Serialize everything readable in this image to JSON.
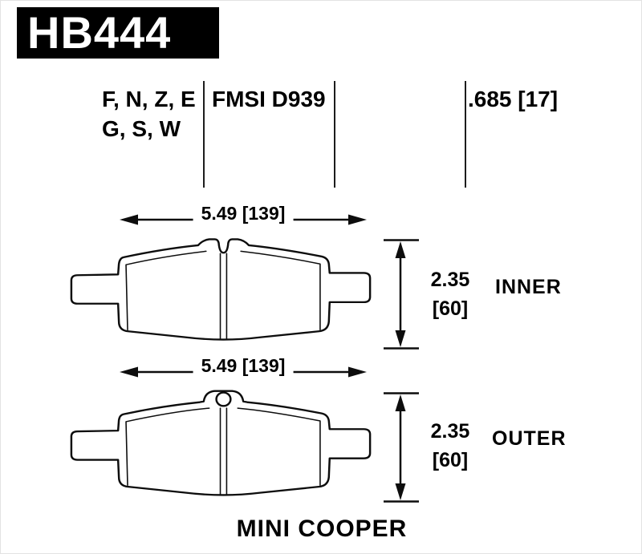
{
  "part": {
    "number": "HB444"
  },
  "specs": {
    "compounds_line1": "F, N, Z, E",
    "compounds_line2": "G, S, W",
    "fmsi": "FMSI D939",
    "thickness": ".685 [17]"
  },
  "inner_pad": {
    "width": "5.49 [139]",
    "height_in": "2.35",
    "height_mm": "[60]",
    "label": "INNER"
  },
  "outer_pad": {
    "width": "5.49 [139]",
    "height_in": "2.35",
    "height_mm": "[60]",
    "label": "OUTER"
  },
  "vehicle": {
    "name": "MINI COOPER"
  },
  "colors": {
    "ink": "#0d0d0d",
    "background": "#ffffff",
    "part_box": "#000000"
  }
}
